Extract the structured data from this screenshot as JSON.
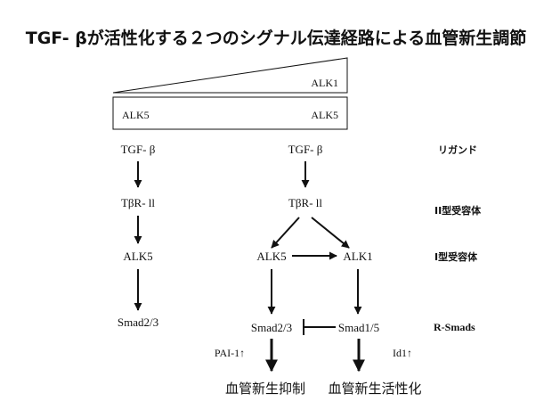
{
  "title": "TGF- βが活性化する２つのシグナル伝達経路による血管新生調節",
  "banner": {
    "alk1_label": "ALK1",
    "alk5_left_label": "ALK5",
    "alk5_right_label": "ALK5"
  },
  "left_pathway": {
    "ligand": "TGF- β",
    "type2_receptor": "TβR- ll",
    "type1_receptor": "ALK5",
    "rsmad": "Smad2/3"
  },
  "right_pathway": {
    "ligand": "TGF- β",
    "type2_receptor": "TβR- ll",
    "alk5": "ALK5",
    "alk1": "ALK1",
    "smad23": "Smad2/3",
    "smad15": "Smad1/5",
    "pai1": "PAI-1↑",
    "id1": "Id1↑",
    "outcome_inhibition": "血管新生抑制",
    "outcome_activation": "血管新生活性化"
  },
  "row_labels": {
    "ligand": "リガンド",
    "type2": "II型受容体",
    "type1": "I型受容体",
    "rsmad": "R-Smads"
  },
  "colors": {
    "line": "#111111",
    "text": "#111111"
  }
}
